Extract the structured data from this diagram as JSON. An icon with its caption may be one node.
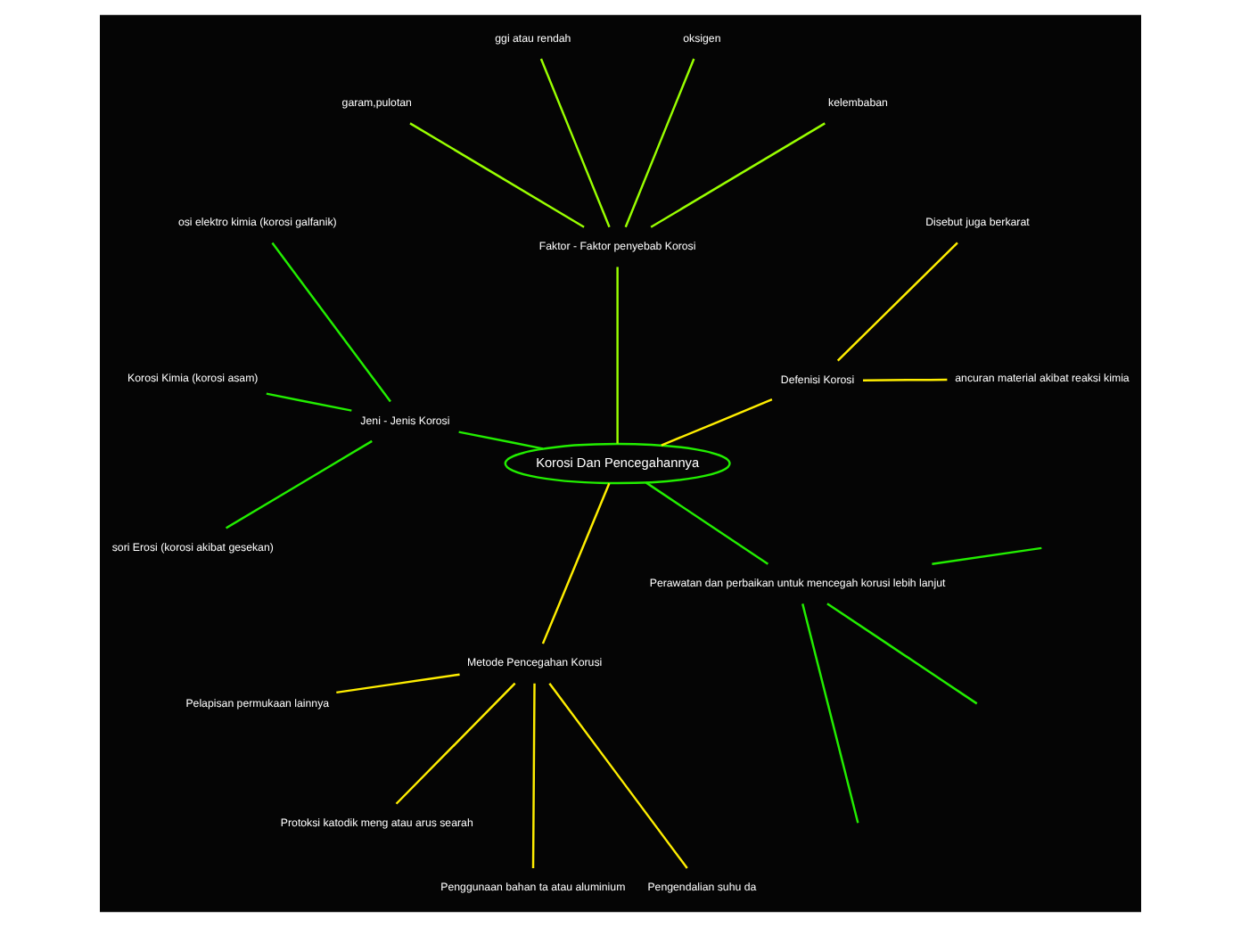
{
  "diagram": {
    "nodes": [
      {
        "text": [
          "Korosi Dan Pencegahannya"
        ]
      },
      {
        "text": [
          "Defenisi Korosi"
        ]
      },
      {
        "text": [
          "ancuran material akibat reaksi kimia"
        ]
      },
      {
        "text": [
          "Disebut juga berkarat"
        ]
      },
      {
        "text": [
          "Faktor - Faktor penyebab Korosi"
        ]
      },
      {
        "text": [
          "kelembaban"
        ]
      },
      {
        "text": [
          "oksigen"
        ]
      },
      {
        "text": [
          "ggi atau rendah"
        ]
      },
      {
        "text": [
          "garam,pulotan"
        ]
      },
      {
        "text": [
          "Jeni - Jenis Korosi"
        ]
      },
      {
        "text": [
          "osi elektro kimia (korosi galfanik)"
        ]
      },
      {
        "text": [
          "Korosi Kimia (korosi asam)"
        ]
      },
      {
        "text": [
          "sori Erosi (korosi akibat gesekan)"
        ]
      },
      {
        "text": [
          "Metode Pencegahan Korusi"
        ]
      },
      {
        "text": [
          "Pelapisan permukaan lainnya"
        ]
      },
      {
        "text": [
          "Protoksi katodik meng atau arus searah"
        ]
      },
      {
        "text": [
          "Penggunaan bahan ta atau aluminium"
        ]
      },
      {
        "text": [
          "Pengendalian suhu da"
        ]
      },
      {
        "text": [
          "Perawatan dan perbaikan untuk mencegah korusi lebih lanjut"
        ]
      }
    ],
    "edges": [
      {
        "from": 0,
        "to": 1,
        "arrow": "none",
        "color": "#ffee00"
      },
      {
        "from": 1,
        "to": 2,
        "arrow": "none",
        "color": "#ffee00"
      },
      {
        "from": 1,
        "to": 3,
        "arrow": "none",
        "color": "#ffee00"
      },
      {
        "from": 0,
        "to": 4,
        "arrow": "none",
        "color": "#99ff00"
      },
      {
        "from": 4,
        "to": 5,
        "arrow": "none",
        "color": "#99ff00"
      },
      {
        "from": 4,
        "to": 6,
        "arrow": "none",
        "color": "#99ff00"
      },
      {
        "from": 4,
        "to": 7,
        "arrow": "none",
        "color": "#99ff00"
      },
      {
        "from": 4,
        "to": 8,
        "arrow": "none",
        "color": "#99ff00"
      },
      {
        "from": 0,
        "to": 9,
        "arrow": "none",
        "color": "#22ee00"
      },
      {
        "from": 9,
        "to": 10,
        "arrow": "none",
        "color": "#22ee00"
      },
      {
        "from": 9,
        "to": 11,
        "arrow": "none",
        "color": "#22ee00"
      },
      {
        "from": 9,
        "to": 12,
        "arrow": "none",
        "color": "#22ee00"
      },
      {
        "from": 0,
        "to": 13,
        "arrow": "none",
        "color": "#ffee00"
      },
      {
        "from": 13,
        "to": 14,
        "arrow": "none",
        "color": "#ffee00"
      },
      {
        "from": 13,
        "to": 15,
        "arrow": "none",
        "color": "#ffee00"
      },
      {
        "from": 13,
        "to": 16,
        "arrow": "none",
        "color": "#ffee00"
      },
      {
        "from": 13,
        "to": 17,
        "arrow": "none",
        "color": "#ffee00"
      },
      {
        "from": 0,
        "to": 18,
        "arrow": "none",
        "color": "#22ee00"
      },
      {
        "from": 18,
        "to": null,
        "arrow": "none",
        "color": "#22ee00"
      },
      {
        "from": 18,
        "to": null,
        "arrow": "none",
        "color": "#22ee00"
      },
      {
        "from": 18,
        "to": null,
        "arrow": "none",
        "color": "#22ee00"
      }
    ]
  }
}
